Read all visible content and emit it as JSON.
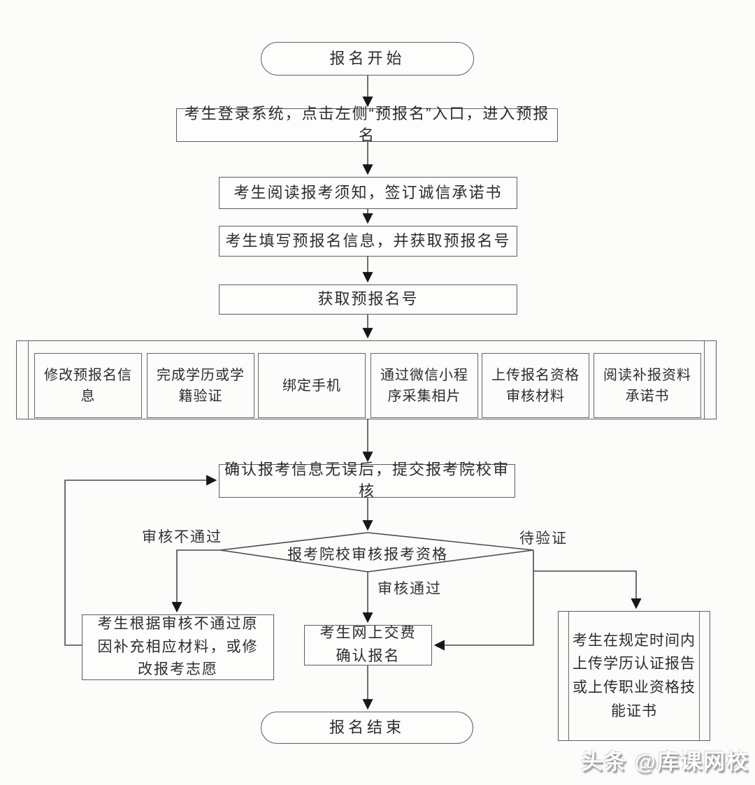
{
  "flow": {
    "nodes": {
      "start": "报名开始",
      "login": "考生登录系统，点击左侧“预报名”入口，进入预报名",
      "notice": "考生阅读报考须知，签订诚信承诺书",
      "fill": "考生填写预报名信息，并获取预报名号",
      "number": "获取预报名号",
      "confirm": "确认报考信息无误后，提交报考院校审核",
      "decision": "报考院校审核报考资格",
      "fail_fix": "考生根据审核不通过原因补充相应材料，或修改报考志愿",
      "pay": "考生网上交费\n确认报名",
      "upload": "考生在规定时间内上传学历认证报告或上传职业资格技能证书",
      "end": "报名结束"
    },
    "parallel_steps": [
      "修改预报名信息",
      "完成学历或学籍验证",
      "绑定手机",
      "通过微信小程序采集相片",
      "上传报名资格审核材料",
      "阅读补报资料承诺书"
    ],
    "edge_labels": {
      "fail": "审核不通过",
      "pass": "审核通过",
      "pending": "待验证"
    },
    "watermark": "头条 @库课网校",
    "colors": {
      "line": "#4a4a4a",
      "border": "#5d5d5d",
      "text": "#2c2c2c",
      "arrow": "#171717",
      "background": "#fcfcfa",
      "watermark_text": "#ffffff"
    }
  }
}
